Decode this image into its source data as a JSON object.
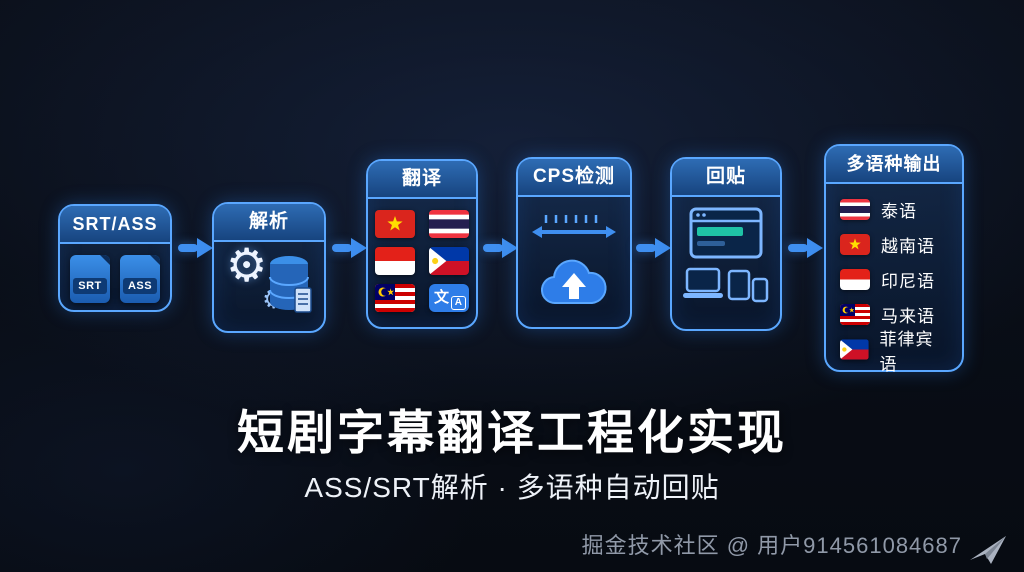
{
  "title": "短剧字幕翻译工程化实现",
  "subtitle": "ASS/SRT解析 · 多语种自动回贴",
  "watermark": "掘金技术社区 @ 用户914561084687",
  "flow": {
    "nodes": [
      {
        "label": "SRT/ASS",
        "files": [
          "SRT",
          "ASS"
        ]
      },
      {
        "label": "解析"
      },
      {
        "label": "翻译",
        "translate_icon": {
          "primary": "文",
          "secondary": "A"
        }
      },
      {
        "label": "CPS检测"
      },
      {
        "label": "回贴"
      },
      {
        "label": "多语种输出",
        "languages": [
          {
            "flag": "thailand",
            "name": "泰语"
          },
          {
            "flag": "vietnam",
            "name": "越南语"
          },
          {
            "flag": "indonesia",
            "name": "印尼语"
          },
          {
            "flag": "malaysia",
            "name": "马来语"
          },
          {
            "flag": "philippines",
            "name": "菲律宾语"
          }
        ]
      }
    ]
  },
  "colors": {
    "background": "#0b101b",
    "accent_blue": "#5aa7ff",
    "arrow_blue": "#3f8ff0",
    "panel_fill": "#0e2a4d",
    "header_fill": "#2e6cb4",
    "teal_bar": "#1fc3a6",
    "watermark_gray": "#9099a8"
  },
  "icons": {
    "gear": "⚙",
    "named": [
      "srt-file-icon",
      "ass-file-icon",
      "gear-icon",
      "database-icon",
      "vietnam-flag-icon",
      "thailand-flag-icon",
      "indonesia-flag-icon",
      "philippines-flag-icon",
      "malaysia-flag-icon",
      "translate-icon",
      "ruler-measure-icon",
      "cloud-upload-icon",
      "browser-window-icon",
      "devices-icon",
      "paper-plane-icon"
    ]
  }
}
